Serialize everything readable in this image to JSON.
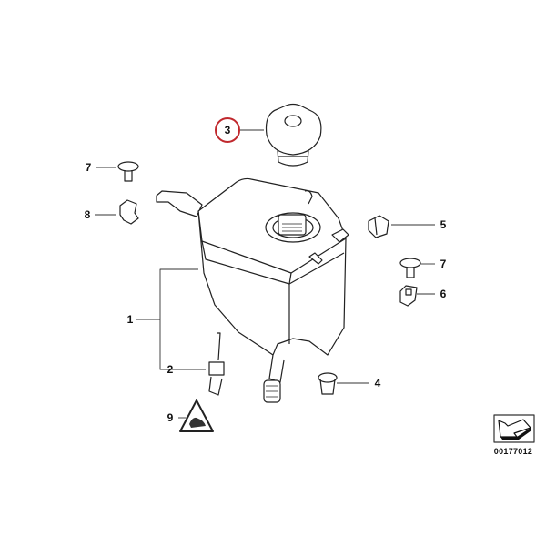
{
  "diagram": {
    "callouts": [
      {
        "id": "3",
        "label": "3",
        "highlighted": true
      },
      {
        "id": "7a",
        "label": "7"
      },
      {
        "id": "8",
        "label": "8"
      },
      {
        "id": "5",
        "label": "5"
      },
      {
        "id": "7b",
        "label": "7"
      },
      {
        "id": "6",
        "label": "6"
      },
      {
        "id": "1",
        "label": "1"
      },
      {
        "id": "2",
        "label": "2"
      },
      {
        "id": "4",
        "label": "4"
      },
      {
        "id": "9",
        "label": "9"
      }
    ],
    "diagram_code": "00177012",
    "highlight_color": "#c0282d"
  }
}
